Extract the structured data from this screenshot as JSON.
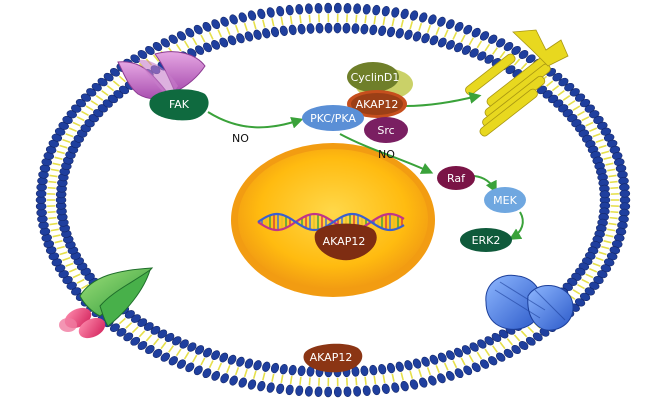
{
  "labels": {
    "fak": "FAK",
    "no_left": "NO",
    "pkc_pka": "PKC/PKA",
    "cyclind1": "CyclinD1",
    "akap12_complex": "AKAP12",
    "src": "Src",
    "no_right": "NO",
    "raf": "Raf",
    "mek": "MEK",
    "erk2": "ERK2",
    "akap12_nucleus": "AKAP12",
    "akap12_membrane": "AKAP12"
  },
  "colors": {
    "membrane_head": "#1f3f9e",
    "membrane_head_edge": "#14286b",
    "membrane_tail": "#e6e04a",
    "nucleus_outer": "#f2a51a",
    "nucleus_inner": "#ffc21a",
    "arrow": "#3aa23a",
    "fak": "#0f6a3f",
    "pkc_pka": "#5a8fd6",
    "cyclind1": "#8a9a3a",
    "akap12": "#8b3514",
    "src": "#7a1f62",
    "raf": "#7a1446",
    "mek": "#6fa7e0",
    "erk2": "#0f5a3b"
  }
}
